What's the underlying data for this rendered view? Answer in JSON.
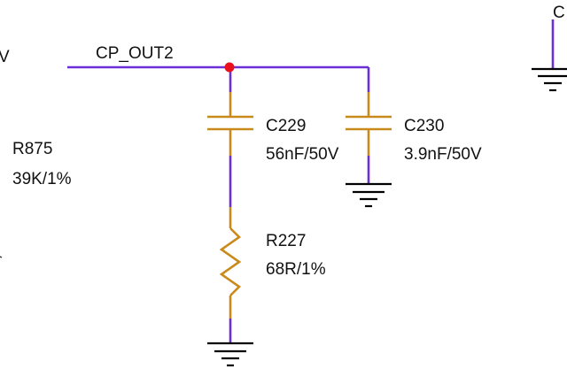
{
  "net_label": "CP_OUT2",
  "edge_labels": {
    "left_v": "V",
    "top_right_c": "C"
  },
  "components": {
    "r875": {
      "ref": "R875",
      "value": "39K/1%"
    },
    "c229": {
      "ref": "C229",
      "value": "56nF/50V"
    },
    "c230": {
      "ref": "C230",
      "value": "3.9nF/50V"
    },
    "r227": {
      "ref": "R227",
      "value": "68R/1%"
    }
  },
  "colors": {
    "wire": "#6a2fd6",
    "component": "#c98a1c",
    "junction": "#e8101a",
    "ground": "#000000"
  }
}
